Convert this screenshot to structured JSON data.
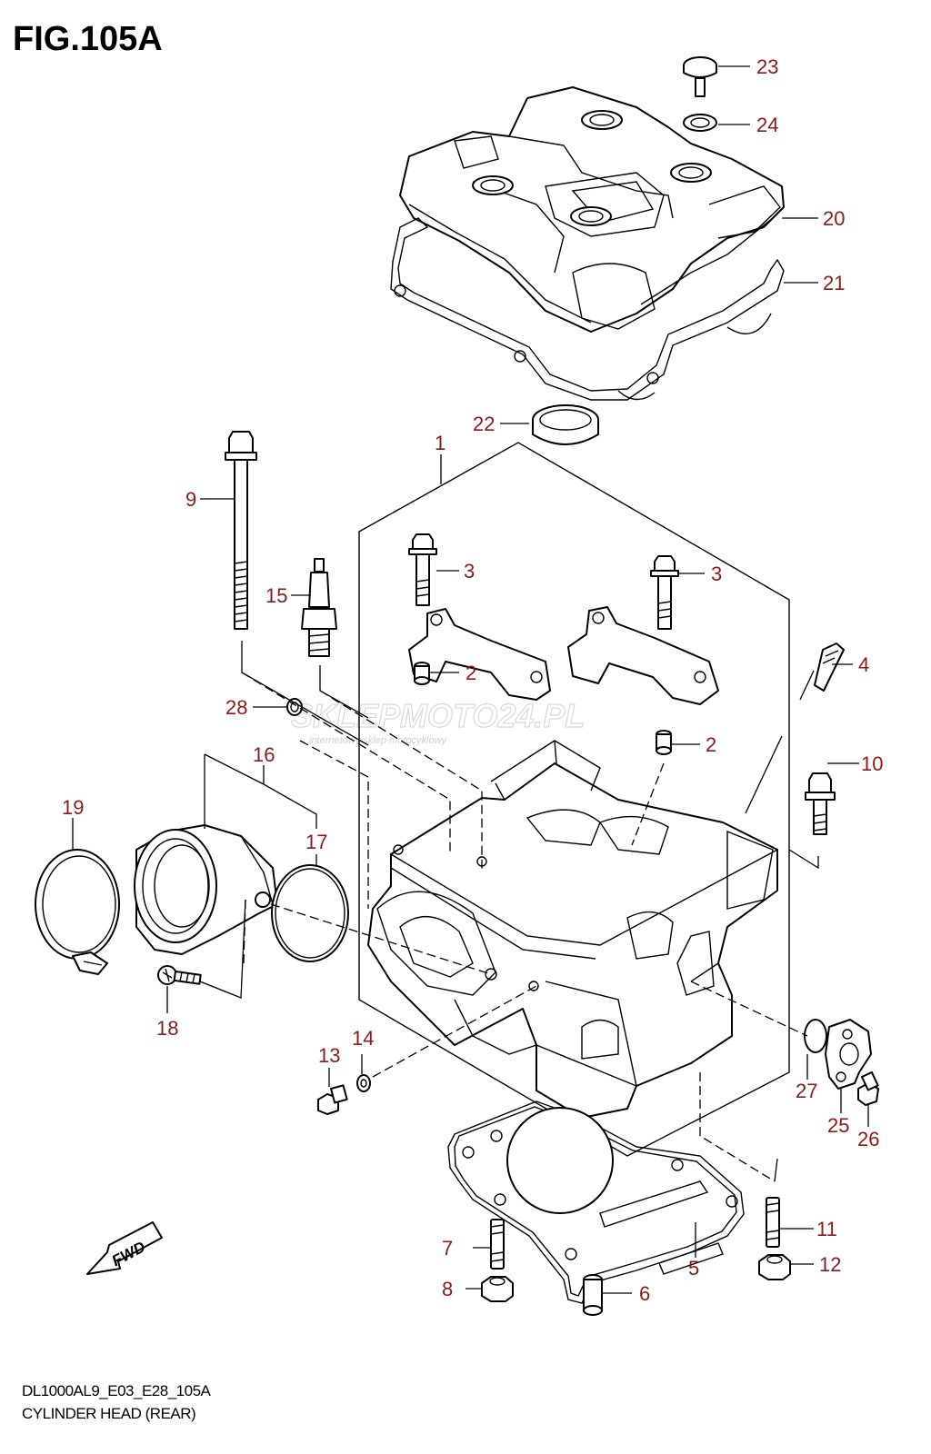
{
  "figure": {
    "title": "FIG.105A",
    "model_code": "DL1000AL9_E03_E28_105A",
    "subtitle": "CYLINDER HEAD (REAR)",
    "fwd_label": "FWD"
  },
  "watermark": {
    "main": "SKLEPMOTO24.PL",
    "sub": "internetowy sklep motocyklowy"
  },
  "callouts": [
    "23",
    "24",
    "20",
    "21",
    "22",
    "1",
    "9",
    "3",
    "3",
    "15",
    "4",
    "2",
    "2",
    "28",
    "16",
    "10",
    "19",
    "17",
    "18",
    "13",
    "14",
    "27",
    "25",
    "26",
    "11",
    "7",
    "12",
    "5",
    "8",
    "6"
  ],
  "colors": {
    "callout": "#8b1a1a",
    "line": "#000000",
    "watermark": "#c8c8c8"
  }
}
